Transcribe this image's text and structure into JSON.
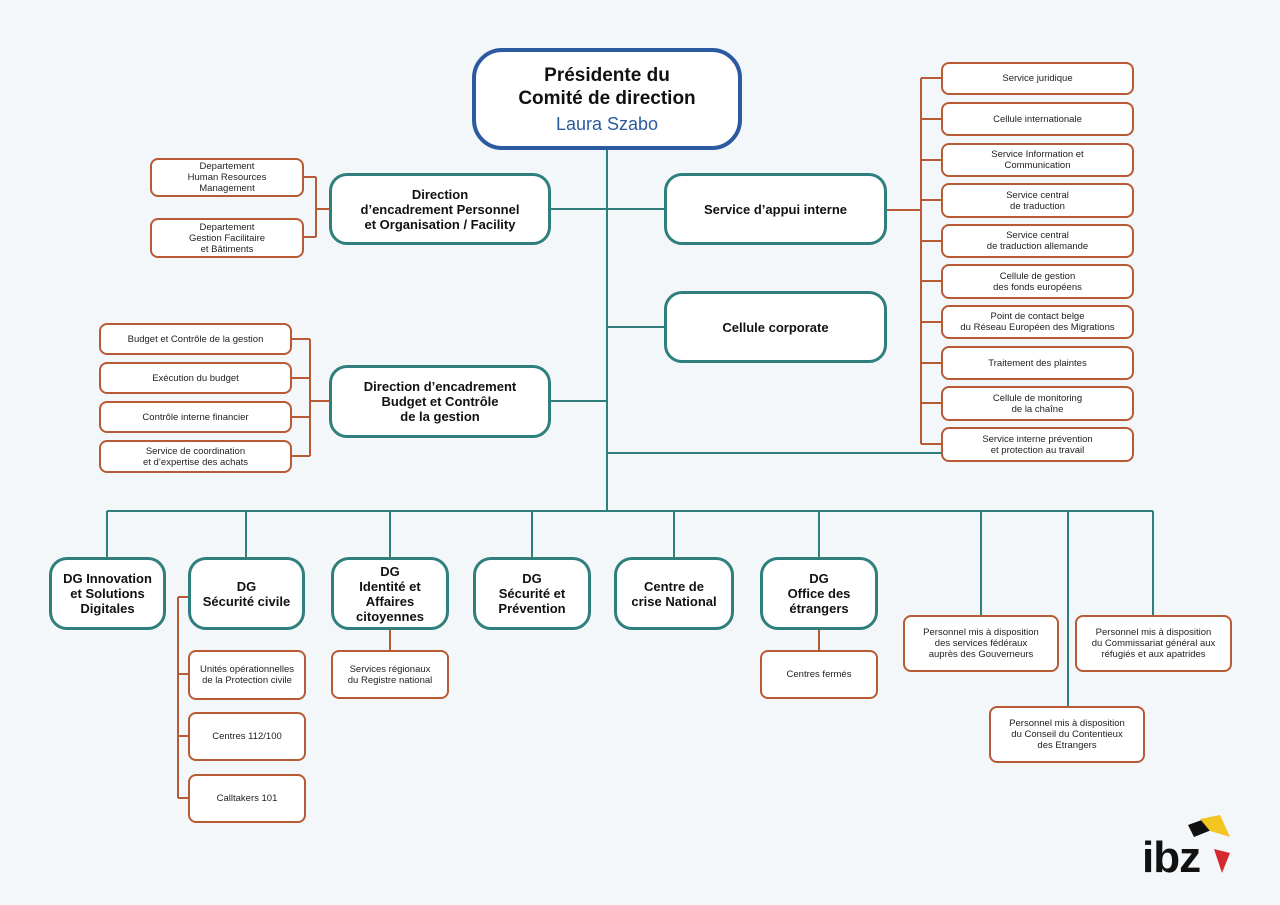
{
  "top": {
    "title": "Présidente du\nComité de direction",
    "name": "Laura Szabo"
  },
  "main": {
    "personnel": "Direction\nd’encadrement Personnel\net Organisation / Facility",
    "appui": "Service d’appui interne",
    "corporate": "Cellule corporate",
    "budget": "Direction d’encadrement\nBudget et Contrôle\nde la gestion",
    "innovation": "DG Innovation\net Solutions\nDigitales",
    "securite_civile": "DG\nSécurité civile",
    "identite": "DG\nIdentité et\nAffaires\ncitoyennes",
    "securite_prevention": "DG\nSécurité et\nPrévention",
    "crise": "Centre de\ncrise National",
    "office": "DG\nOffice des\nétrangers"
  },
  "personnel_subs": [
    "Departement\nHuman Resources\nManagement",
    "Departement\nGestion Facilitaire\net Bâtiments"
  ],
  "budget_subs": [
    "Budget et Contrôle de la gestion",
    "Exécution du budget",
    "Contrôle interne financier",
    "Service de coordination\net d’expertise des achats"
  ],
  "appui_subs": [
    "Service juridique",
    "Cellule internationale",
    "Service Information et\nCommunication",
    "Service central\nde traduction",
    "Service central\nde traduction allemande",
    "Cellule de gestion\ndes fonds européens",
    "Point de contact belge\ndu Réseau Européen des Migrations",
    "Traitement des plaintes",
    "Cellule de monitoring\nde la chaîne",
    "Service interne prévention\net protection au travail"
  ],
  "securite_civile_subs": [
    "Unités opérationnelles\nde la Protection civile",
    "Centres 112/100",
    "Calltakers 101"
  ],
  "identite_subs": [
    "Services régionaux\ndu Registre national"
  ],
  "office_subs": [
    "Centres fermés"
  ],
  "personnel_mis": [
    "Personnel mis à disposition\ndes services fédéraux\nauprès des Gouverneurs",
    "Personnel mis à disposition\ndu Conseil du Contentieux\ndes Etrangers",
    "Personnel mis à disposition\ndu Commissariat général aux\nréfugiés et aux apatrides"
  ],
  "logo": "ibz",
  "colors": {
    "top_border": "#2b5aa0",
    "main_border": "#2f7f7c",
    "sub_border": "#b85a33"
  }
}
